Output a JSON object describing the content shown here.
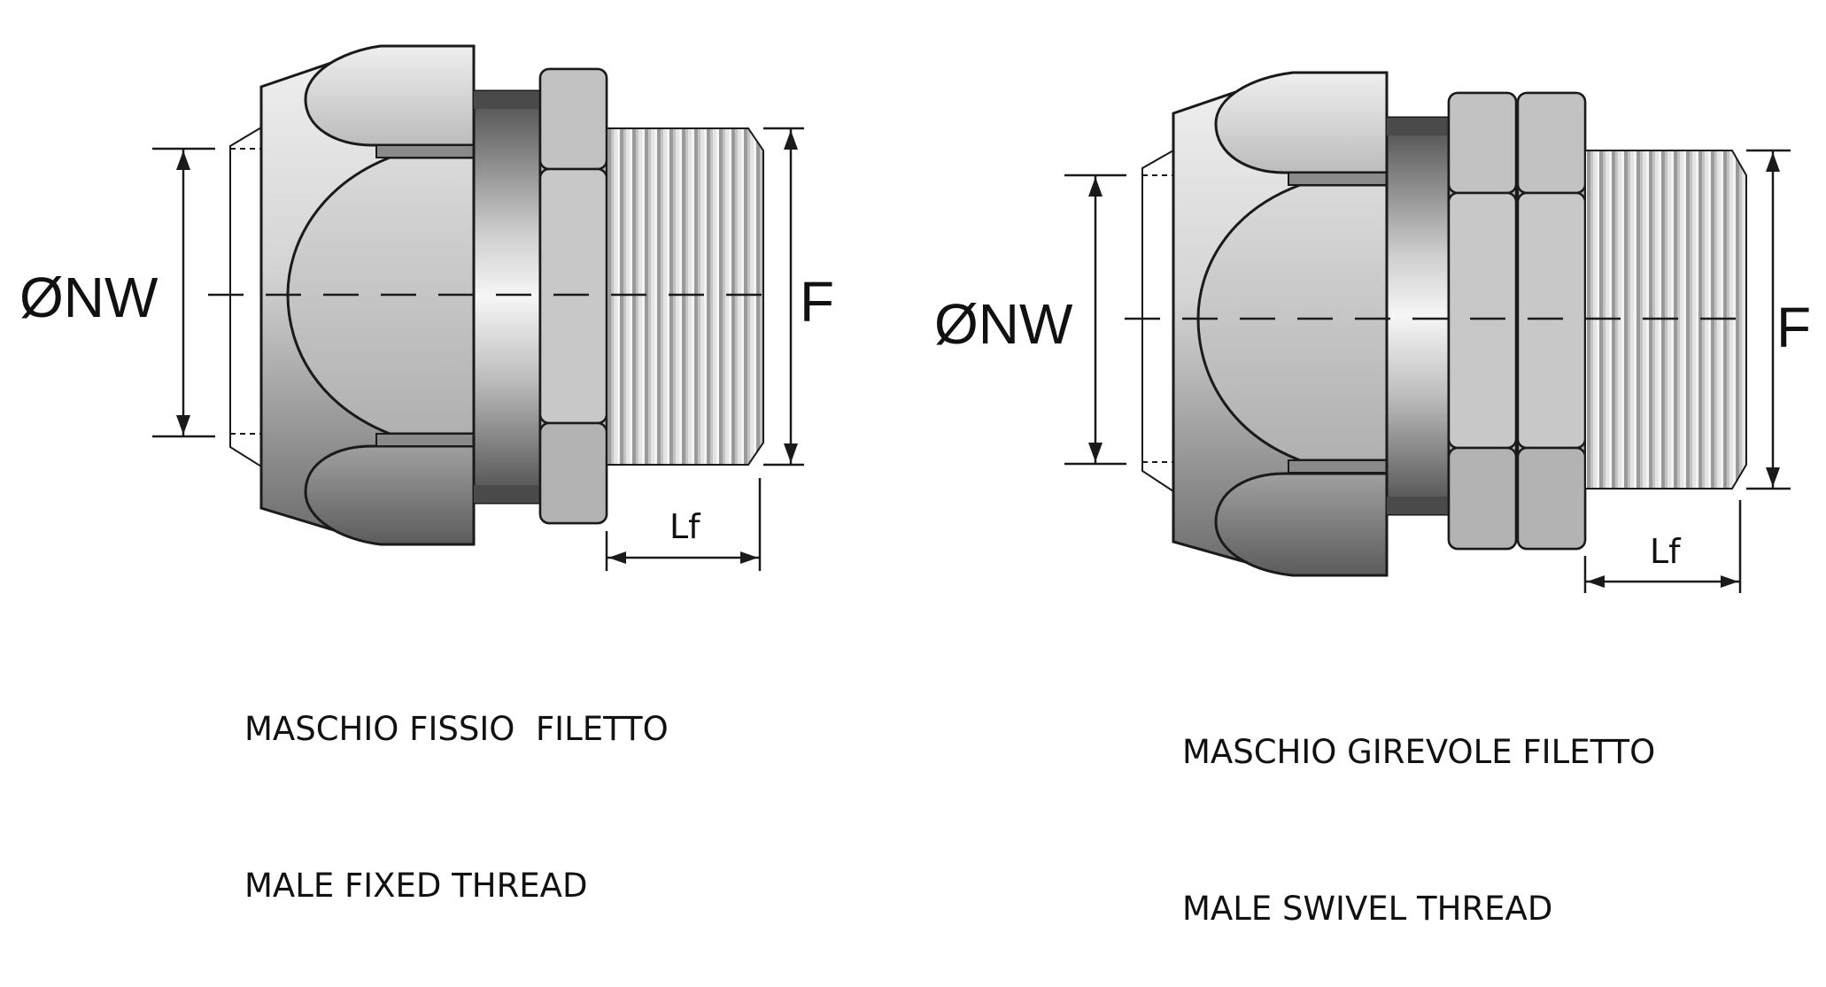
{
  "figures": [
    {
      "id": "fixed",
      "labels": {
        "diameter": "ØNW",
        "thread": "F",
        "length": "Lf"
      },
      "caption": {
        "line1": "MASCHIO FISSIO  FILETTO",
        "line2": "MALE FIXED THREAD"
      }
    },
    {
      "id": "swivel",
      "labels": {
        "diameter": "ØNW",
        "thread": "F",
        "length": "Lf"
      },
      "caption": {
        "line1": "MASCHIO GIREVOLE FILETTO",
        "line2": "MALE SWIVEL THREAD"
      }
    }
  ],
  "colors": {
    "outline": "#1a1a1a",
    "metal_dark": "#6f6f6f",
    "metal_mid": "#a9a9a9",
    "metal_light": "#e6e6e6",
    "nut": "#b9b9b9"
  }
}
